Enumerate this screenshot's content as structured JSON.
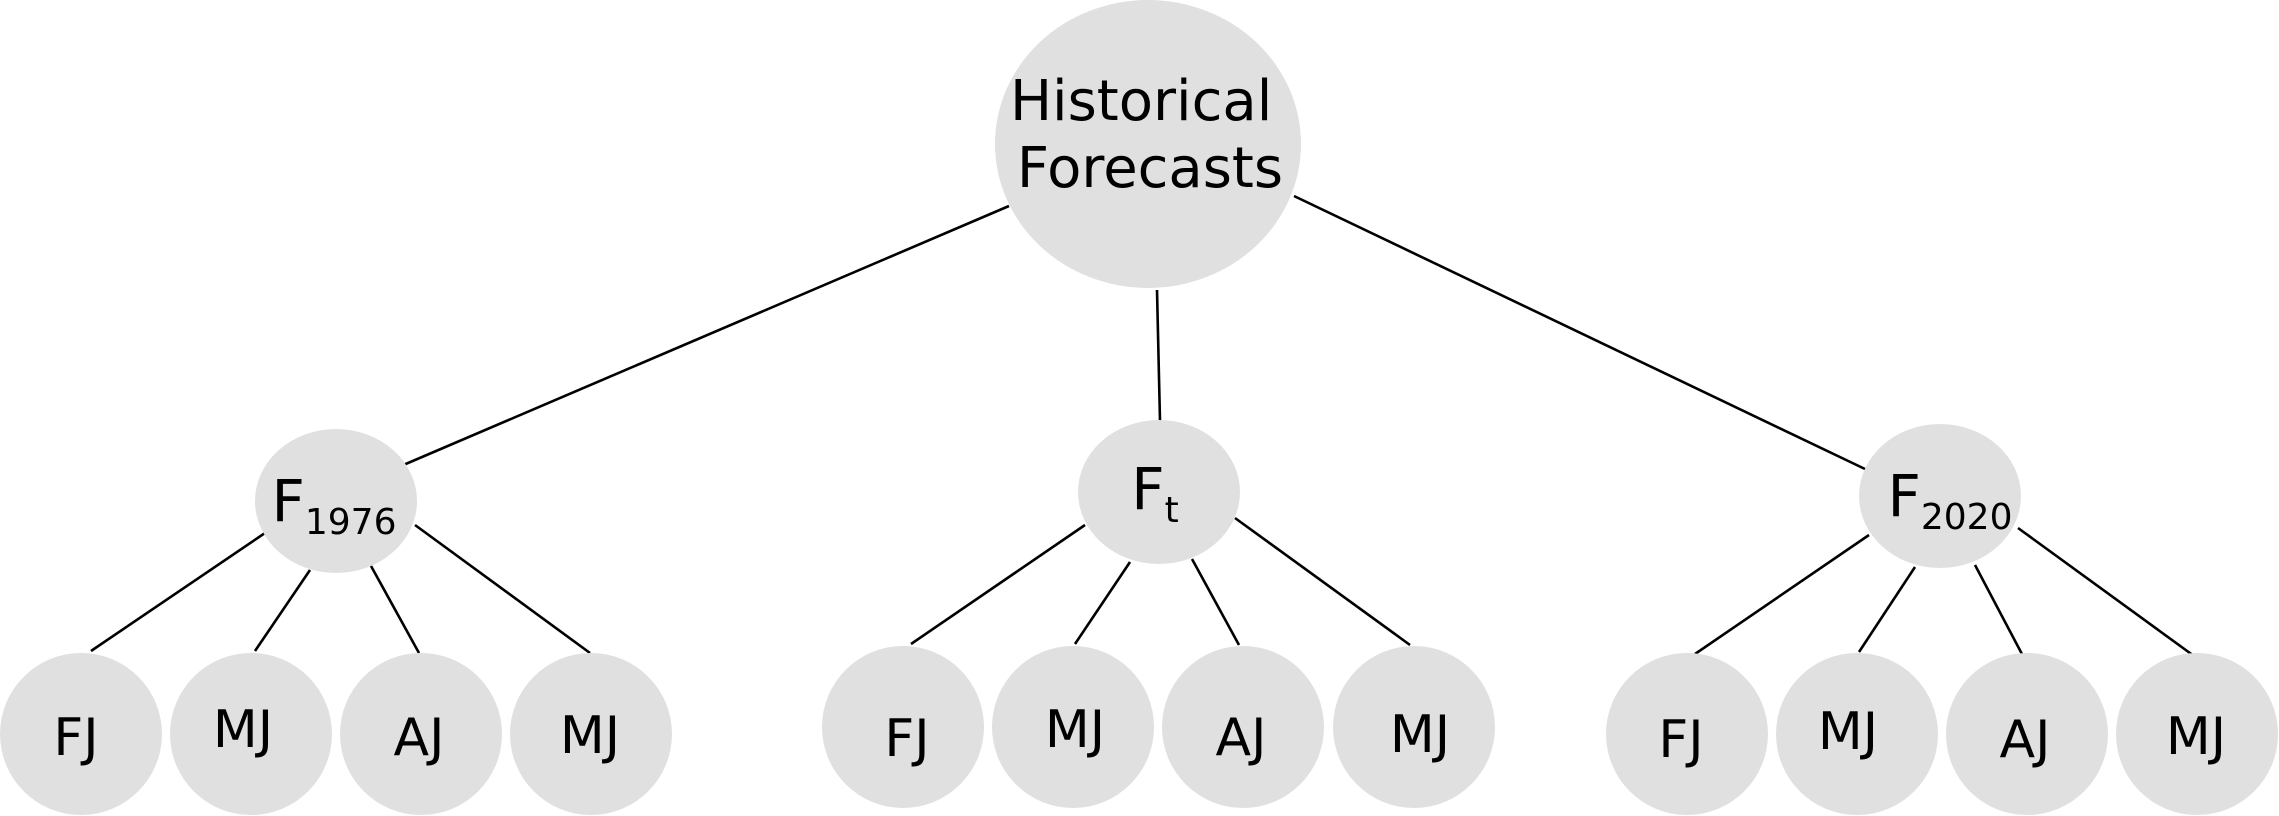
{
  "diagram": {
    "root": {
      "label_line1": "Historical",
      "label_line2": "Forecasts"
    },
    "groups": [
      {
        "main": "F",
        "subscript": "1976",
        "leaves": [
          "FJ",
          "MJ",
          "AJ",
          "MJ"
        ]
      },
      {
        "main": "F",
        "subscript": "t",
        "leaves": [
          "FJ",
          "MJ",
          "AJ",
          "MJ"
        ]
      },
      {
        "main": "F",
        "subscript": "2020",
        "leaves": [
          "FJ",
          "MJ",
          "AJ",
          "MJ"
        ]
      }
    ],
    "colors": {
      "node_fill": "#e0e0e0",
      "edge": "#000000",
      "text": "#000000"
    }
  }
}
